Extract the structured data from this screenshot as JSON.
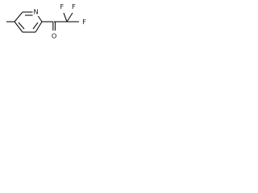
{
  "molecule": {
    "atoms": {
      "fluorine_top_left": "F",
      "fluorine_top_right": "F",
      "fluorine_right": "F",
      "nitrogen": "N",
      "oxygen": "O"
    },
    "colors": {
      "ink": "#111111",
      "background": "#ffffff"
    }
  }
}
